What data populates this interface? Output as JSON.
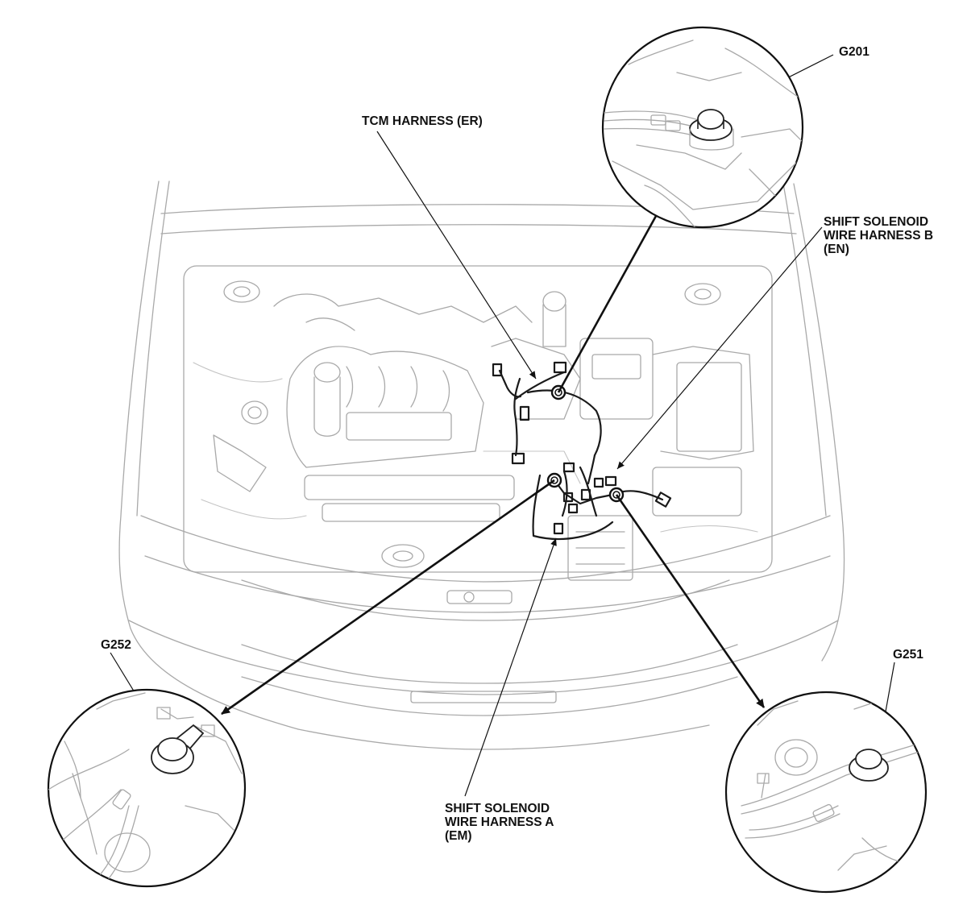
{
  "labels": {
    "g201": "G201",
    "tcm": "TCM HARNESS (ER)",
    "ssb": [
      "SHIFT SOLENOID",
      "WIRE HARNESS B",
      "(EN)"
    ],
    "g252": "G252",
    "g251": "G251",
    "ssa": [
      "SHIFT SOLENOID",
      "WIRE HARNESS A",
      "(EM)"
    ]
  }
}
